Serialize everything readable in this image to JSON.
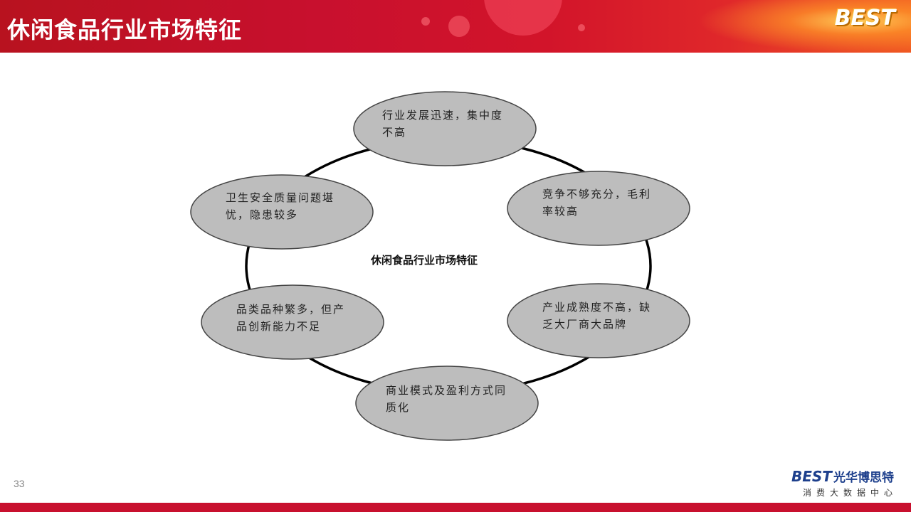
{
  "header": {
    "title": "休闲食品行业市场特征",
    "logo_text": "BEST"
  },
  "diagram": {
    "center_label": "休闲食品行业市场特征",
    "nodes": [
      {
        "line1": "行业发展迅速，集中度",
        "line2": "不高"
      },
      {
        "line1": "竞争不够充分，毛利",
        "line2": "率较高"
      },
      {
        "line1": "产业成熟度不高，缺",
        "line2": "乏大厂商大品牌"
      },
      {
        "line1": "商业模式及盈利方式同",
        "line2": "质化"
      },
      {
        "line1": "品类品种繁多，但产",
        "line2": "品创新能力不足"
      },
      {
        "line1": "卫生安全质量问题堪",
        "line2": "忧，隐患较多"
      }
    ],
    "colors": {
      "node_fill": "#bdbdbd",
      "stroke": "#000000"
    }
  },
  "footer": {
    "page_number": "33",
    "brand_logo": "BEST",
    "brand_name": "光华博思特",
    "brand_sub": "消费大数据中心"
  }
}
